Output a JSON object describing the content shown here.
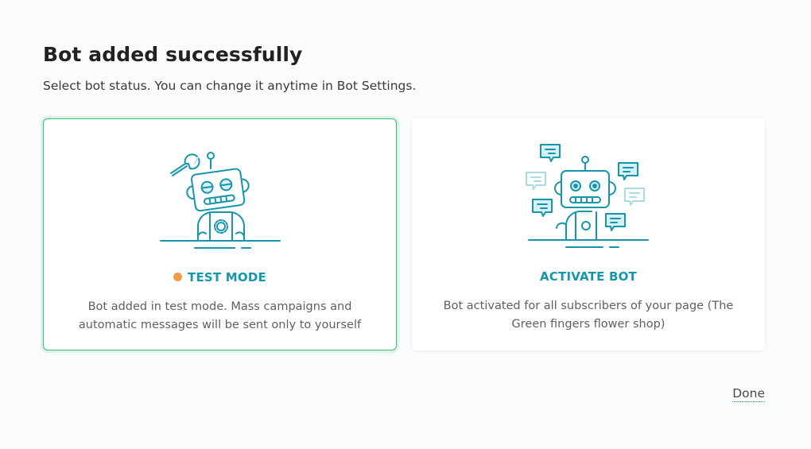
{
  "header": {
    "title": "Bot added successfully",
    "subtitle": "Select bot status. You can change it anytime in Bot Settings."
  },
  "options": [
    {
      "id": "test-mode",
      "label": "TEST MODE",
      "selected": true,
      "status_dot_color": "#f59a45",
      "description": "Bot added in test mode. Mass campaigns and automatic messages will be sent only to yourself",
      "illustration": "robot-with-wrench-icon"
    },
    {
      "id": "activate-bot",
      "label": "ACTIVATE BOT",
      "selected": false,
      "description": "Bot activated for all subscribers of your page (The Green fingers flower shop)",
      "illustration": "robot-with-chat-bubbles-icon"
    }
  ],
  "footer": {
    "done_label": "Done"
  },
  "colors": {
    "accent": "#1596ac",
    "selected_border": "#35c07a",
    "status_dot": "#f59a45"
  }
}
